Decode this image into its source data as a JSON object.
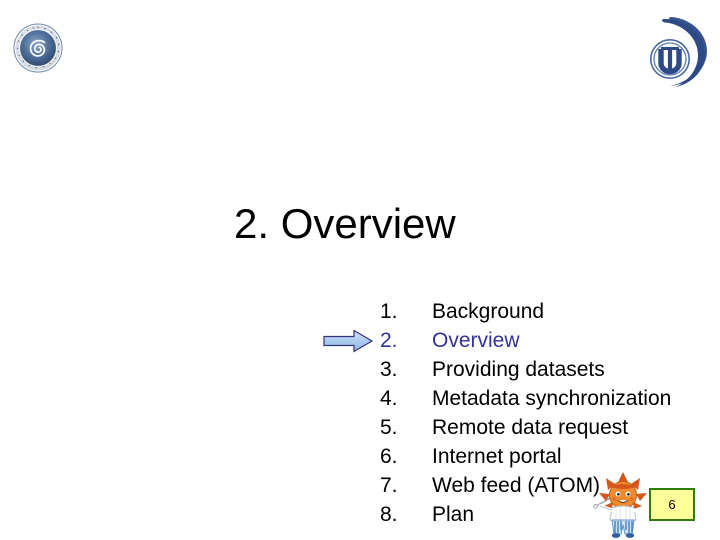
{
  "slide": {
    "title": "2. Overview",
    "page_number": "6",
    "background_color": "#ffffff",
    "highlight_color": "#333399",
    "page_box_fill": "#ffff99",
    "page_box_border": "#2f7d0c"
  },
  "logos": {
    "top_left": {
      "name": "circular-seal-logo",
      "primary_color": "#4f6f96"
    },
    "top_right": {
      "name": "crescent-u-logo",
      "primary_color": "#2e4a86",
      "letter": "U"
    }
  },
  "agenda": {
    "items": [
      {
        "number": "1.",
        "label": "Background",
        "highlighted": false
      },
      {
        "number": "2.",
        "label": "Overview",
        "highlighted": true
      },
      {
        "number": "3.",
        "label": "Providing datasets",
        "highlighted": false
      },
      {
        "number": "4.",
        "label": "Metadata synchronization",
        "highlighted": false
      },
      {
        "number": "5.",
        "label": "Remote data request",
        "highlighted": false
      },
      {
        "number": "6.",
        "label": "Internet portal",
        "highlighted": false
      },
      {
        "number": "7.",
        "label": "Web feed (ATOM)",
        "highlighted": false
      },
      {
        "number": "8.",
        "label": "Plan",
        "highlighted": false
      }
    ],
    "pointer": {
      "name": "right-arrow-marker",
      "points_to_index": 1,
      "fill": "#a8c8ec",
      "stroke": "#33337a"
    }
  },
  "mascot": {
    "name": "sun-character-with-pointer",
    "head_color": "#e8761e",
    "body_color": "#ffffff",
    "pants_color": "#6aa8e0"
  }
}
